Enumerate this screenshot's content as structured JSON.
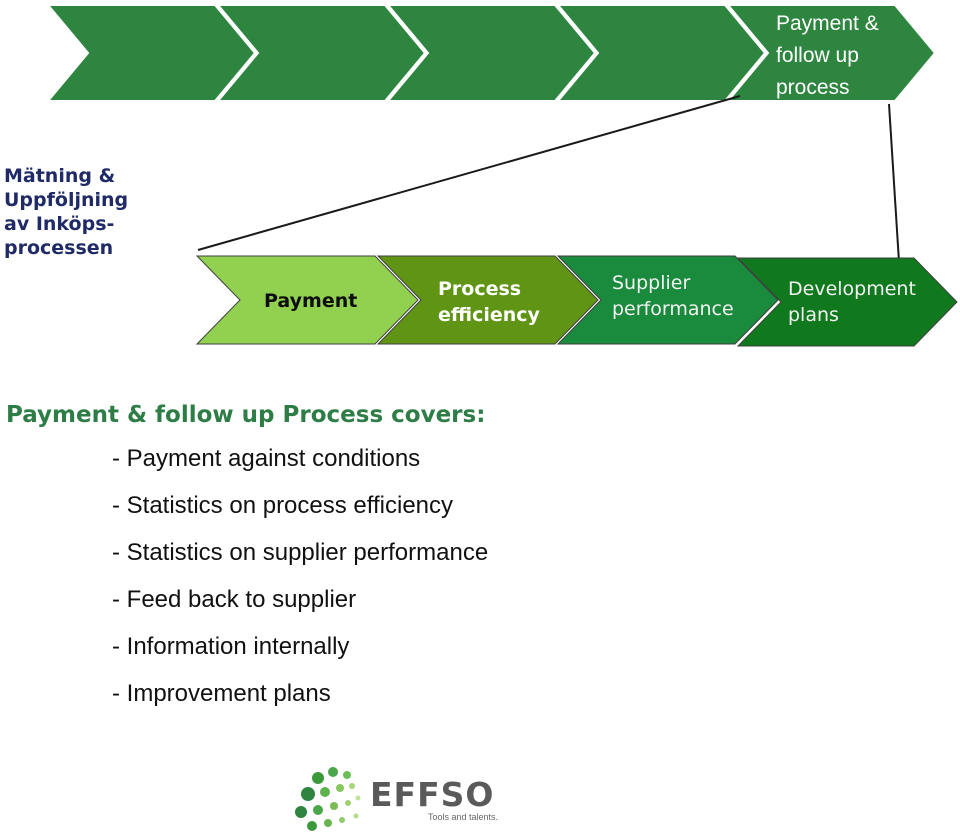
{
  "side_label": "Mätning &\nUppföljning\nav Inköps-\nprocessen",
  "top_process": {
    "active_step": "Payment &\nfollow up\nprocess"
  },
  "sub_steps": [
    {
      "label": "Payment",
      "color": "#92d050"
    },
    {
      "label": "Process\nefficiency",
      "color": "#5f9415"
    },
    {
      "label": "Supplier\nperformance",
      "color": "#1a8a3c"
    },
    {
      "label": "Development\nplans",
      "color": "#10791e"
    }
  ],
  "colors": {
    "top_chevron": "#2e8540",
    "heading": "#2e7d46"
  },
  "covers": {
    "heading": "Payment & follow up Process covers:",
    "items": [
      "- Payment against conditions",
      "-  Statistics on process efficiency",
      "- Statistics on supplier performance",
      "- Feed back to supplier",
      "- Information internally",
      "- Improvement plans"
    ]
  },
  "logo": {
    "name": "EFFSO",
    "tagline": "Tools and talents."
  }
}
